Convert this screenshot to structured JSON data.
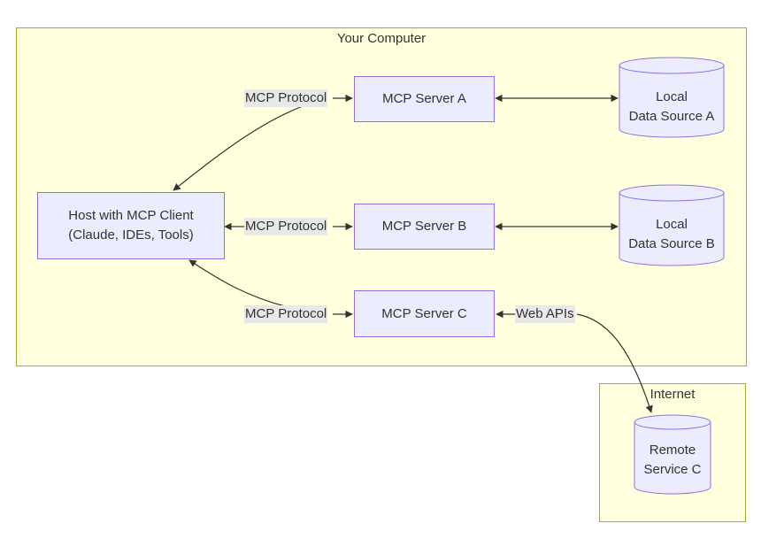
{
  "clusters": {
    "computer": {
      "label": "Your Computer"
    },
    "internet": {
      "label": "Internet"
    }
  },
  "nodes": {
    "host": {
      "line1": "Host with MCP Client",
      "line2": "(Claude, IDEs, Tools)"
    },
    "server_a": {
      "label": "MCP Server A"
    },
    "server_b": {
      "label": "MCP Server B"
    },
    "server_c": {
      "label": "MCP Server C"
    },
    "data_a": {
      "line1": "Local",
      "line2": "Data Source A"
    },
    "data_b": {
      "line1": "Local",
      "line2": "Data Source B"
    },
    "remote_c": {
      "line1": "Remote",
      "line2": "Service C"
    }
  },
  "edges": {
    "host_a": "MCP Protocol",
    "host_b": "MCP Protocol",
    "host_c": "MCP Protocol",
    "c_remote": "Web APIs"
  },
  "colors": {
    "cluster_fill": "#ffffde",
    "cluster_stroke": "#aaaa33",
    "node_fill": "#ececff",
    "node_stroke": "#9370db",
    "edge": "#333333",
    "label_bg": "#e8e8e8"
  }
}
